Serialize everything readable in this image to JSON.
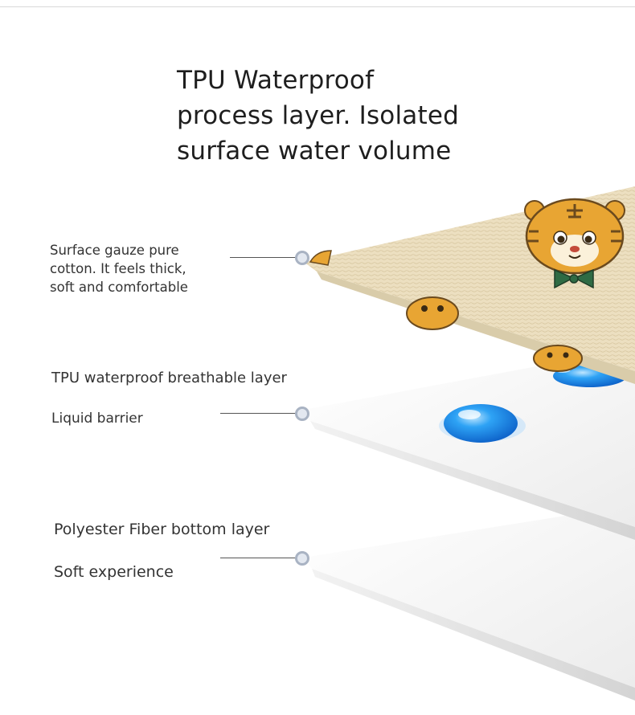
{
  "headline": {
    "line1": "TPU Waterproof",
    "line2": "process layer. Isolated",
    "line3": "surface water volume"
  },
  "layers": {
    "cotton": {
      "line1": "Surface gauze pure",
      "line2": "cotton. It feels thick,",
      "line3": "soft and comfortable"
    },
    "tpu": {
      "title": "TPU waterproof breathable layer",
      "subtitle": "Liquid barrier"
    },
    "polyester": {
      "title": "Polyester Fiber bottom layer",
      "subtitle": "Soft experience"
    }
  },
  "colors": {
    "cotton_fabric": "#e9dcbc",
    "tiger_orange": "#e8a533",
    "bow_green": "#2f6b44",
    "water_drop": "#1e8be8",
    "layer_white": "#f4f4f4",
    "leader_dot": "#a9b3c3"
  },
  "icons": [
    "tiger-face-icon",
    "bow-tie-icon",
    "water-drop-icon"
  ]
}
